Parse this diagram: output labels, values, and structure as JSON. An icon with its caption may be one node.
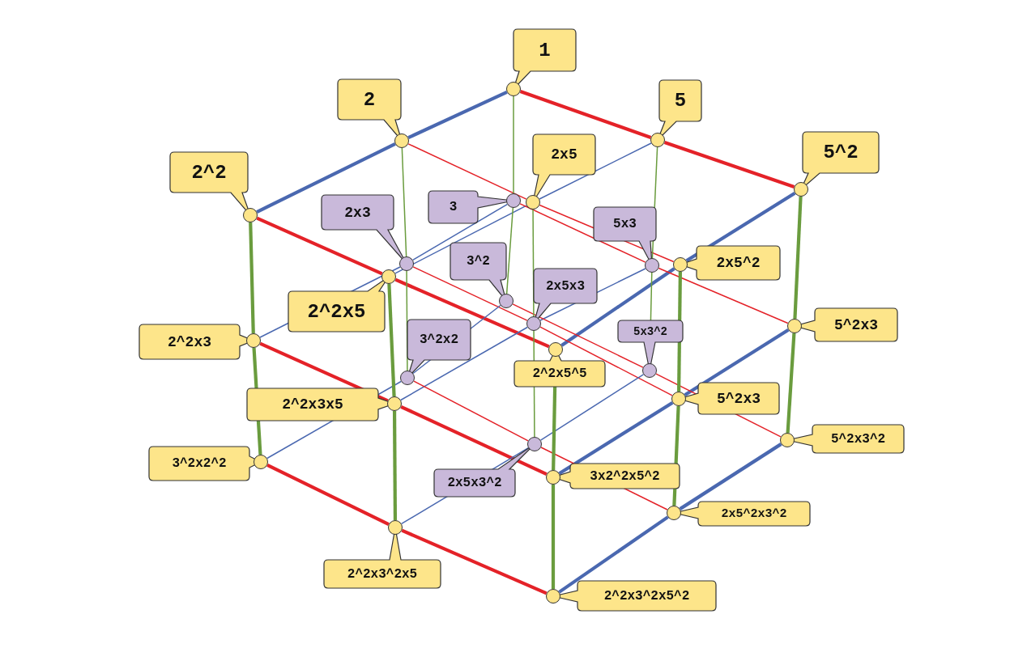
{
  "diagram": {
    "nodes": [
      {
        "text": [],
        "shape": "circle",
        "beside": [
          "1"
        ]
      },
      {
        "text": [],
        "shape": "circle",
        "beside": [
          "2"
        ]
      },
      {
        "text": [],
        "shape": "circle",
        "beside": [
          "2^2"
        ]
      },
      {
        "text": [],
        "shape": "circle",
        "beside": [
          "5"
        ]
      },
      {
        "text": [],
        "shape": "circle",
        "beside": [
          "5^2"
        ]
      },
      {
        "text": [],
        "shape": "circle",
        "beside": [
          "2x5"
        ]
      },
      {
        "text": [],
        "shape": "circle",
        "beside": [
          "2^2x5"
        ]
      },
      {
        "text": [],
        "shape": "circle",
        "beside": [
          "2x5^2"
        ]
      },
      {
        "text": [],
        "shape": "circle",
        "beside": [
          "2^2x5^5"
        ]
      },
      {
        "text": [],
        "shape": "circle",
        "beside": [
          "3"
        ]
      },
      {
        "text": [],
        "shape": "circle",
        "beside": [
          "2x3"
        ]
      },
      {
        "text": [],
        "shape": "circle",
        "beside": [
          "2^2x3"
        ]
      },
      {
        "text": [],
        "shape": "circle",
        "beside": [
          "5x3"
        ]
      },
      {
        "text": [],
        "shape": "circle",
        "beside": [
          "5^2x3"
        ]
      },
      {
        "text": [],
        "shape": "circle",
        "beside": [
          "2x5x3"
        ]
      },
      {
        "text": [],
        "shape": "circle",
        "beside": [
          "2^2x3x5"
        ]
      },
      {
        "text": [],
        "shape": "circle",
        "beside": [
          "5^2x3"
        ]
      },
      {
        "text": [],
        "shape": "circle",
        "beside": [
          "3x2^2x5^2"
        ]
      },
      {
        "text": [],
        "shape": "circle",
        "beside": [
          "3^2"
        ]
      },
      {
        "text": [],
        "shape": "circle",
        "beside": [
          "3^2x2"
        ]
      },
      {
        "text": [],
        "shape": "circle",
        "beside": [
          "3^2x2^2"
        ]
      },
      {
        "text": [],
        "shape": "circle",
        "beside": [
          "5x3^2"
        ]
      },
      {
        "text": [],
        "shape": "circle",
        "beside": [
          "5^2x3^2"
        ]
      },
      {
        "text": [],
        "shape": "circle",
        "beside": [
          "2x5x3^2"
        ]
      },
      {
        "text": [],
        "shape": "circle",
        "beside": [
          "2^2x3^2x5"
        ]
      },
      {
        "text": [],
        "shape": "circle",
        "beside": [
          "2x5^2x3^2"
        ]
      },
      {
        "text": [],
        "shape": "circle",
        "beside": [
          "2^2x3^2x5^2"
        ]
      }
    ],
    "edges": [
      {
        "from": 0,
        "to": 1,
        "arrow": "none",
        "style": "thick",
        "color": "#4a68b0"
      },
      {
        "from": 1,
        "to": 2,
        "arrow": "none",
        "style": "thick",
        "color": "#4a68b0"
      },
      {
        "from": 3,
        "to": 5,
        "arrow": "none",
        "color": "#4a68b0"
      },
      {
        "from": 5,
        "to": 6,
        "arrow": "none",
        "color": "#4a68b0"
      },
      {
        "from": 4,
        "to": 7,
        "arrow": "none",
        "style": "thick",
        "color": "#4a68b0"
      },
      {
        "from": 7,
        "to": 8,
        "arrow": "none",
        "style": "thick",
        "color": "#4a68b0"
      },
      {
        "from": 0,
        "to": 3,
        "arrow": "none",
        "style": "thick",
        "color": "#e42228"
      },
      {
        "from": 3,
        "to": 4,
        "arrow": "none",
        "style": "thick",
        "color": "#e42228"
      },
      {
        "from": 1,
        "to": 5,
        "arrow": "none",
        "color": "#e42228"
      },
      {
        "from": 5,
        "to": 7,
        "arrow": "none",
        "color": "#e42228"
      },
      {
        "from": 2,
        "to": 6,
        "arrow": "none",
        "style": "thick",
        "color": "#e42228"
      },
      {
        "from": 6,
        "to": 8,
        "arrow": "none",
        "style": "thick",
        "color": "#e42228"
      },
      {
        "from": 9,
        "to": 10,
        "arrow": "none",
        "color": "#4a68b0"
      },
      {
        "from": 10,
        "to": 11,
        "arrow": "none",
        "color": "#4a68b0"
      },
      {
        "from": 12,
        "to": 14,
        "arrow": "none",
        "color": "#4a68b0"
      },
      {
        "from": 14,
        "to": 15,
        "arrow": "none",
        "color": "#4a68b0"
      },
      {
        "from": 13,
        "to": 16,
        "arrow": "none",
        "style": "thick",
        "color": "#4a68b0"
      },
      {
        "from": 16,
        "to": 17,
        "arrow": "none",
        "style": "thick",
        "color": "#4a68b0"
      },
      {
        "from": 9,
        "to": 12,
        "arrow": "none",
        "color": "#e42228"
      },
      {
        "from": 12,
        "to": 13,
        "arrow": "none",
        "color": "#e42228"
      },
      {
        "from": 10,
        "to": 14,
        "arrow": "none",
        "color": "#e42228"
      },
      {
        "from": 14,
        "to": 16,
        "arrow": "none",
        "color": "#e42228"
      },
      {
        "from": 11,
        "to": 15,
        "arrow": "none",
        "style": "thick",
        "color": "#e42228"
      },
      {
        "from": 15,
        "to": 17,
        "arrow": "none",
        "style": "thick",
        "color": "#e42228"
      },
      {
        "from": 18,
        "to": 19,
        "arrow": "none",
        "color": "#4a68b0"
      },
      {
        "from": 19,
        "to": 20,
        "arrow": "none",
        "color": "#4a68b0"
      },
      {
        "from": 21,
        "to": 23,
        "arrow": "none",
        "color": "#4a68b0"
      },
      {
        "from": 23,
        "to": 24,
        "arrow": "none",
        "color": "#4a68b0"
      },
      {
        "from": 22,
        "to": 25,
        "arrow": "none",
        "style": "thick",
        "color": "#4a68b0"
      },
      {
        "from": 25,
        "to": 26,
        "arrow": "none",
        "style": "thick",
        "color": "#4a68b0"
      },
      {
        "from": 18,
        "to": 21,
        "arrow": "none",
        "color": "#e42228"
      },
      {
        "from": 21,
        "to": 22,
        "arrow": "none",
        "color": "#e42228"
      },
      {
        "from": 19,
        "to": 23,
        "arrow": "none",
        "color": "#e42228"
      },
      {
        "from": 23,
        "to": 25,
        "arrow": "none",
        "color": "#e42228"
      },
      {
        "from": 20,
        "to": 24,
        "arrow": "none",
        "style": "thick",
        "color": "#e42228"
      },
      {
        "from": 24,
        "to": 26,
        "arrow": "none",
        "style": "thick",
        "color": "#e42228"
      },
      {
        "from": 0,
        "to": 9,
        "arrow": "none",
        "color": "#6a9c3e"
      },
      {
        "from": 9,
        "to": 18,
        "arrow": "none",
        "color": "#6a9c3e"
      },
      {
        "from": 1,
        "to": 10,
        "arrow": "none",
        "color": "#6a9c3e"
      },
      {
        "from": 10,
        "to": 19,
        "arrow": "none",
        "color": "#6a9c3e"
      },
      {
        "from": 2,
        "to": 11,
        "arrow": "none",
        "style": "thick",
        "color": "#6a9c3e"
      },
      {
        "from": 11,
        "to": 20,
        "arrow": "none",
        "style": "thick",
        "color": "#6a9c3e"
      },
      {
        "from": 3,
        "to": 12,
        "arrow": "none",
        "color": "#6a9c3e"
      },
      {
        "from": 12,
        "to": 21,
        "arrow": "none",
        "color": "#6a9c3e"
      },
      {
        "from": 4,
        "to": 13,
        "arrow": "none",
        "style": "thick",
        "color": "#6a9c3e"
      },
      {
        "from": 13,
        "to": 22,
        "arrow": "none",
        "style": "thick",
        "color": "#6a9c3e"
      },
      {
        "from": 5,
        "to": 14,
        "arrow": "none",
        "color": "#6a9c3e"
      },
      {
        "from": 14,
        "to": 23,
        "arrow": "none",
        "color": "#6a9c3e"
      },
      {
        "from": 6,
        "to": 15,
        "arrow": "none",
        "style": "thick",
        "color": "#6a9c3e"
      },
      {
        "from": 15,
        "to": 24,
        "arrow": "none",
        "style": "thick",
        "color": "#6a9c3e"
      },
      {
        "from": 7,
        "to": 16,
        "arrow": "none",
        "style": "thick",
        "color": "#6a9c3e"
      },
      {
        "from": 16,
        "to": 25,
        "arrow": "none",
        "style": "thick",
        "color": "#6a9c3e"
      },
      {
        "from": 8,
        "to": 17,
        "arrow": "none",
        "style": "thick",
        "color": "#6a9c3e"
      },
      {
        "from": 17,
        "to": 26,
        "arrow": "none",
        "style": "thick",
        "color": "#6a9c3e"
      }
    ]
  }
}
